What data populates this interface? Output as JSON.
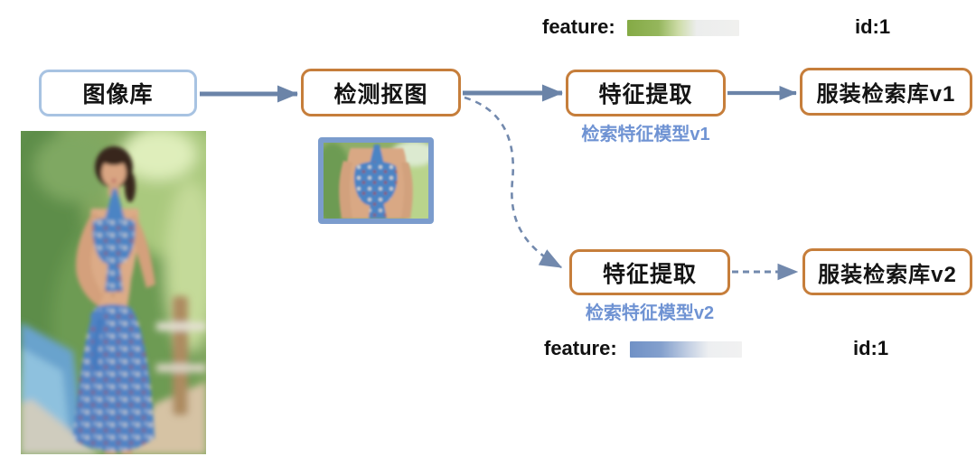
{
  "flow": {
    "image_library": "图像库",
    "detect_crop": "检测抠图",
    "feature_extract": "特征提取",
    "retrieval_db_v1": "服装检索库v1",
    "retrieval_db_v2": "服装检索库v2",
    "model_caption_v1": "检索特征模型v1",
    "model_caption_v2": "检索特征模型v2"
  },
  "annotations": {
    "feature_label_top": "feature:",
    "id_label_top": "id:1",
    "feature_label_bottom": "feature:",
    "id_label_bottom": "id:1"
  },
  "images": {
    "gallery_photo": "model-in-blue-bikini-by-pool-photo",
    "cropped_region": "detected-bikini-top-crop"
  },
  "colors": {
    "box_border_blue": "#a8c3e2",
    "box_border_orange": "#c67e3b",
    "arrow_solid": "#6b84a8",
    "arrow_dashed": "#7289ad",
    "caption_blue": "#6f93d3",
    "feature_bar_green_start": "#84aa45",
    "feature_bar_blue_start": "#7091c6",
    "crop_frame_blue": "#7b9ccd"
  }
}
